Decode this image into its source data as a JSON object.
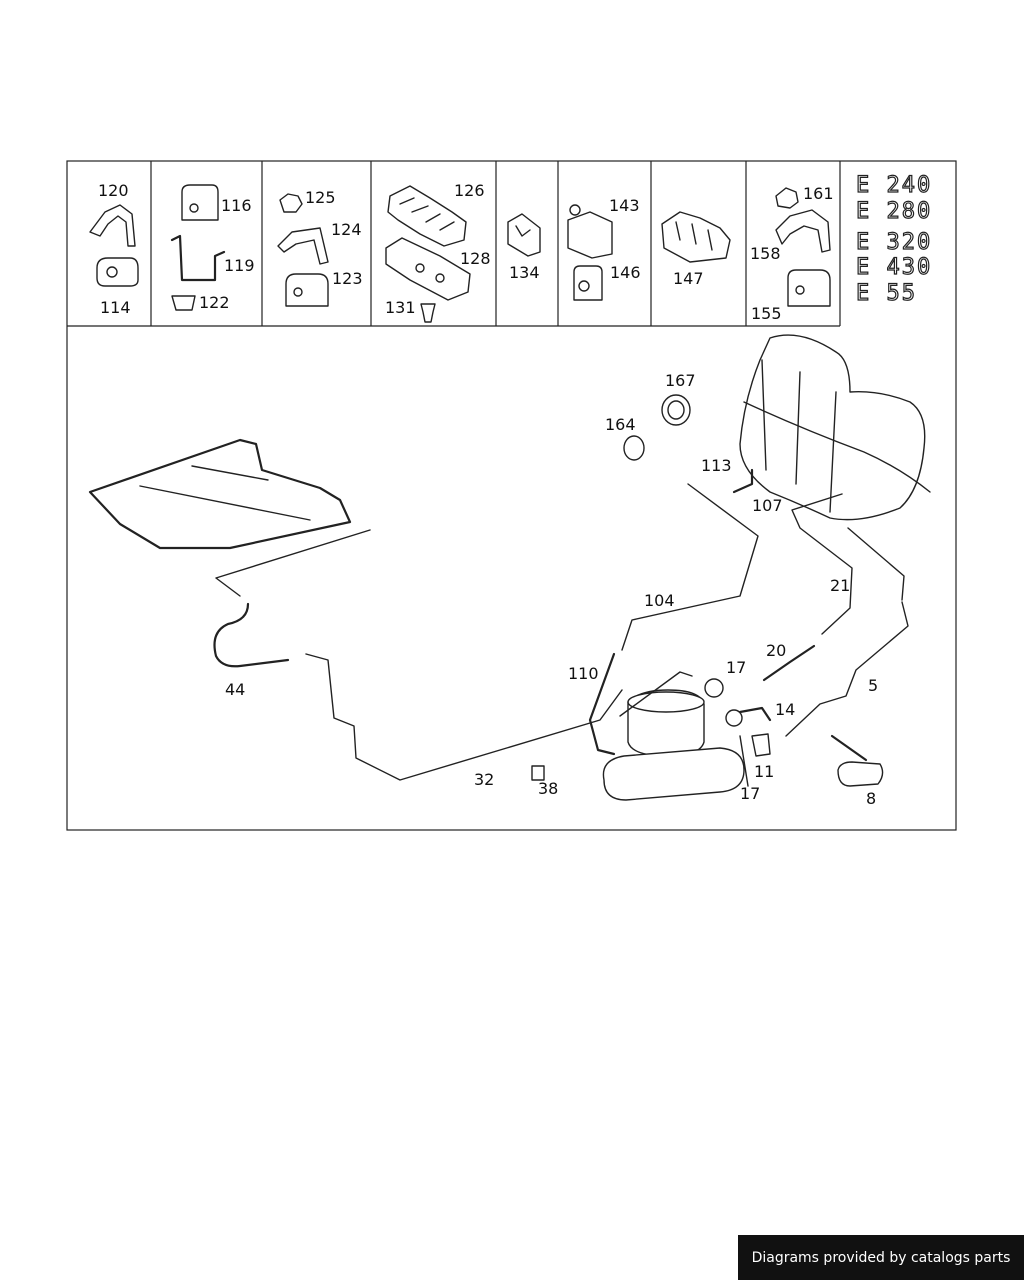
{
  "callouts": {
    "c120": "120",
    "c114": "114",
    "c116": "116",
    "c119": "119",
    "c122": "122",
    "c125": "125",
    "c124": "124",
    "c123": "123",
    "c126": "126",
    "c128": "128",
    "c131": "131",
    "c134": "134",
    "c143": "143",
    "c146": "146",
    "c147": "147",
    "c161": "161",
    "c158": "158",
    "c155": "155",
    "c167": "167",
    "c164": "164",
    "c113": "113",
    "c107": "107",
    "c21": "21",
    "c104": "104",
    "c20": "20",
    "c5": "5",
    "c17a": "17",
    "c110": "110",
    "c14": "14",
    "c44": "44",
    "c11": "11",
    "c17b": "17",
    "c32": "32",
    "c38": "38",
    "c8": "8"
  },
  "models": [
    "E 240",
    "E 280",
    "E 320",
    "E 430",
    "E 55"
  ],
  "footer": {
    "text": "Diagrams provided by catalogs parts"
  }
}
